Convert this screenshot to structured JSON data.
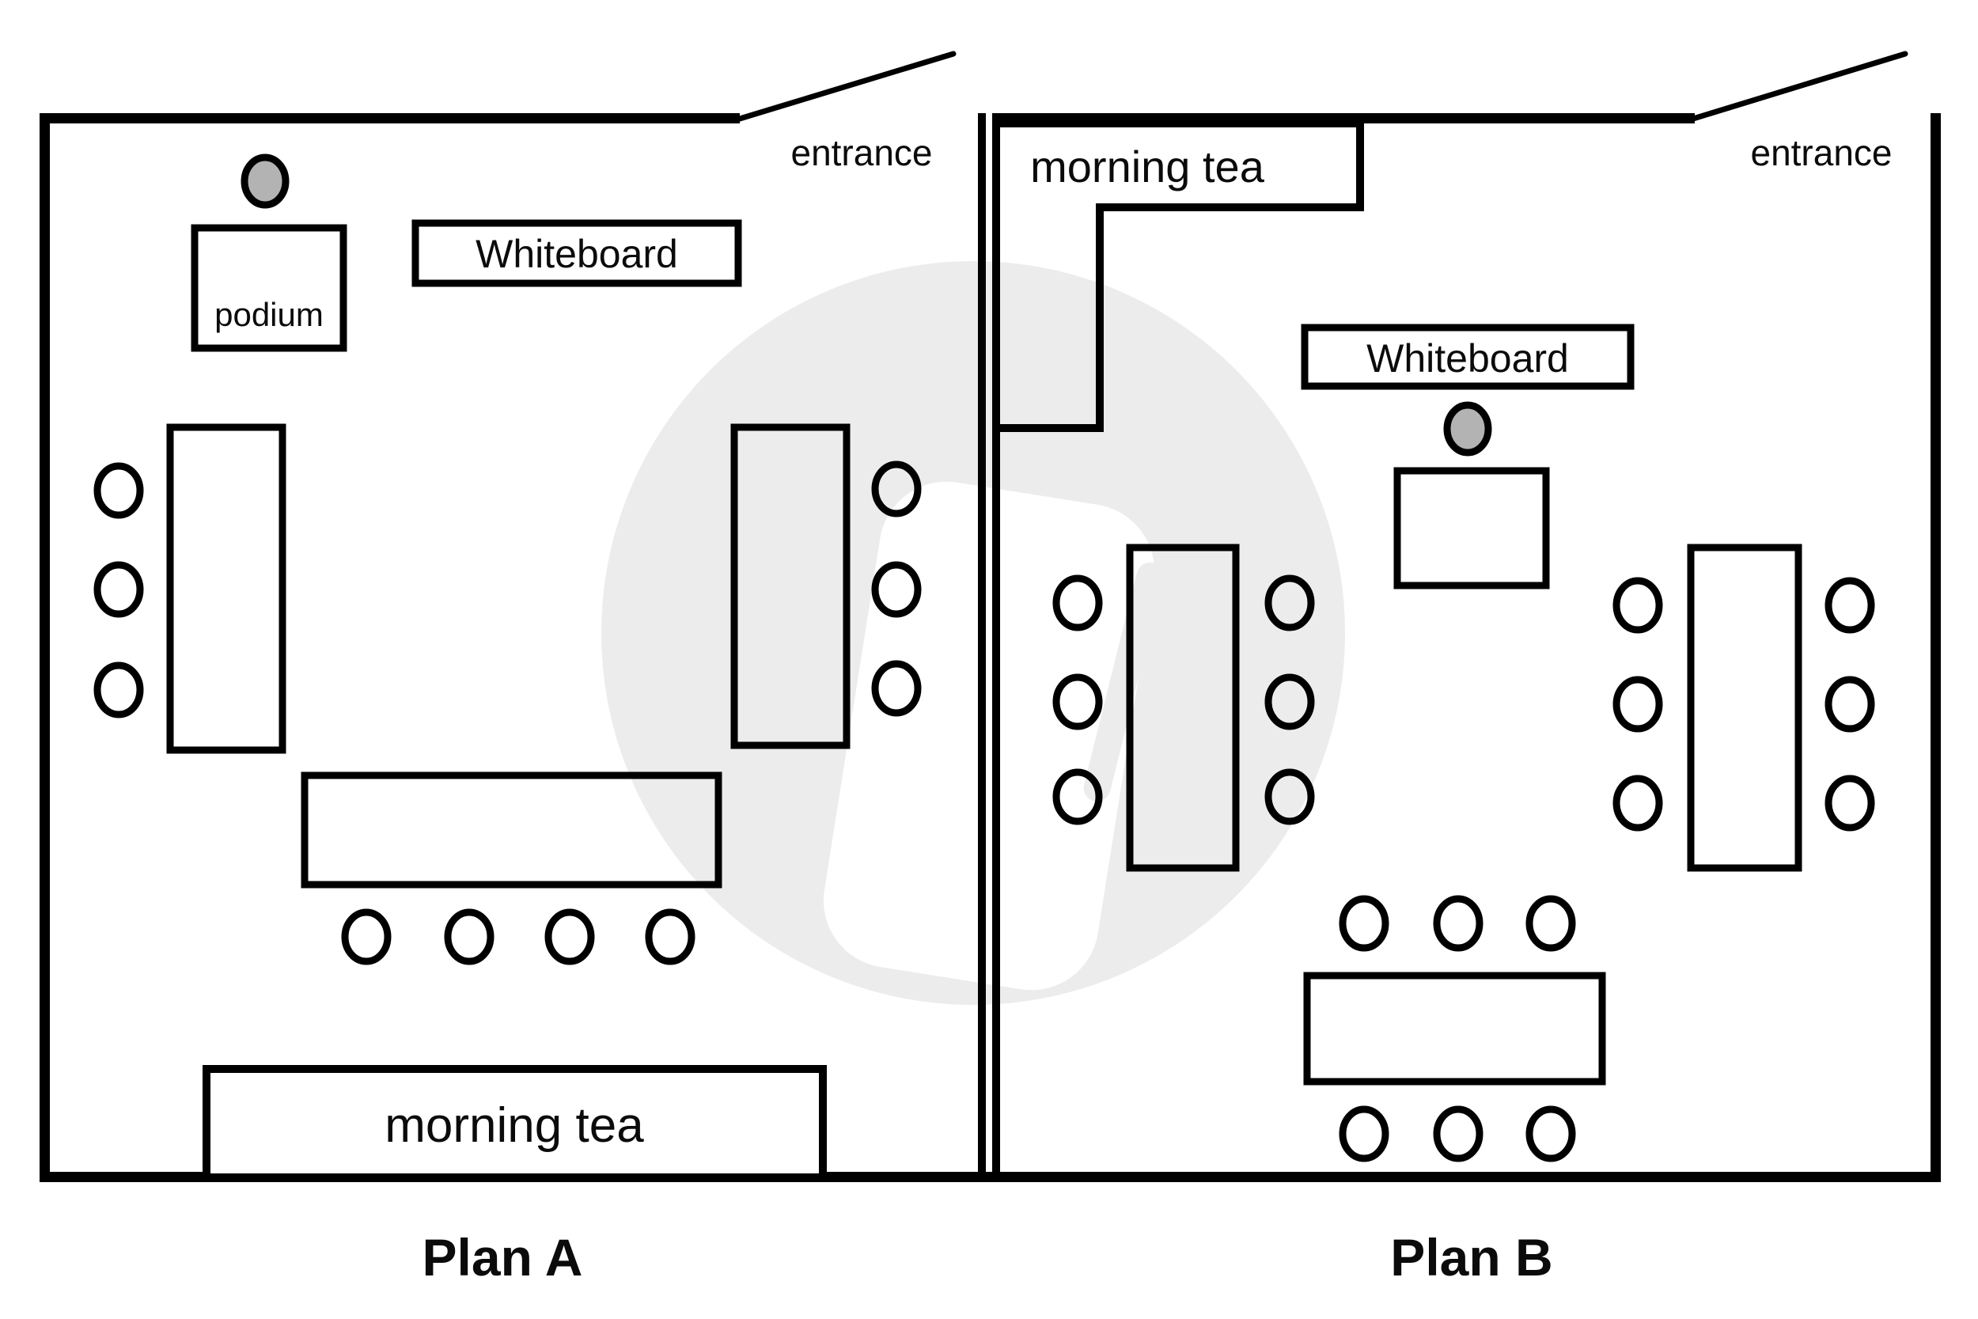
{
  "diagram": {
    "type": "floor-plan-comparison",
    "description": "Two seminar room seating layout options shown side by side",
    "colors": {
      "background": "#ffffff",
      "line": "#000000",
      "speaker_fill": "#b3b3b3",
      "box_fill": "#ffffff",
      "watermark_circle": "#ececec",
      "watermark_glyph": "#ffffff"
    },
    "plans": [
      {
        "label": "Plan A",
        "entrance_label": "entrance",
        "whiteboard_label": "Whiteboard",
        "podium_label": "podium",
        "morning_tea_label": "morning tea",
        "entrance_position": "top-right",
        "morning_tea_position": "bottom",
        "speaker_at_podium": true,
        "furniture": {
          "podium": 1,
          "whiteboard": 1,
          "long_tables": 3,
          "chairs_left_table": 3,
          "chairs_right_table": 3,
          "chairs_front_table": 4,
          "total_chairs": 10
        }
      },
      {
        "label": "Plan B",
        "entrance_label": "entrance",
        "whiteboard_label": "Whiteboard",
        "podium_label": "",
        "morning_tea_label": "morning tea",
        "entrance_position": "top-right",
        "morning_tea_position": "top-left-alcove",
        "speaker_at_podium": true,
        "furniture": {
          "podium": 1,
          "whiteboard": 1,
          "long_tables": 3,
          "chairs_left_table": 6,
          "chairs_right_table": 6,
          "chairs_bottom_table": 6,
          "total_chairs": 18
        }
      }
    ]
  }
}
